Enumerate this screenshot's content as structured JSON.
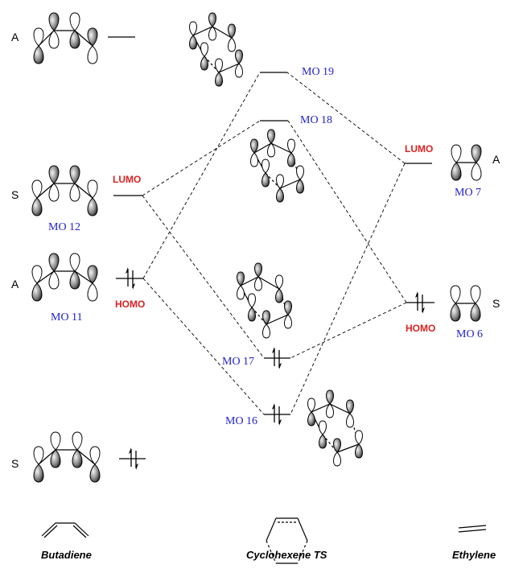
{
  "diagram": {
    "title": "Diels-Alder frontier MO correlation diagram",
    "butadiene": {
      "caption": "Butadiene",
      "levels": [
        {
          "symmetry": "A",
          "label": "",
          "frontier": "",
          "occupied": false
        },
        {
          "symmetry": "S",
          "label": "MO 12",
          "frontier": "LUMO",
          "occupied": false
        },
        {
          "symmetry": "A",
          "label": "MO 11",
          "frontier": "HOMO",
          "occupied": true
        },
        {
          "symmetry": "S",
          "label": "",
          "frontier": "",
          "occupied": true
        }
      ]
    },
    "transition_state": {
      "caption": "Cyclohexene TS",
      "levels": [
        {
          "label": "MO 19",
          "occupied": false
        },
        {
          "label": "MO 18",
          "occupied": false
        },
        {
          "label": "MO 17",
          "occupied": true
        },
        {
          "label": "MO 16",
          "occupied": true
        }
      ]
    },
    "ethylene": {
      "caption": "Ethylene",
      "levels": [
        {
          "symmetry": "A",
          "label": "MO 7",
          "frontier": "LUMO",
          "occupied": false
        },
        {
          "symmetry": "S",
          "label": "MO 6",
          "frontier": "HOMO",
          "occupied": true
        }
      ]
    },
    "colors": {
      "mo_label": "#2222cc",
      "frontier_label": "#dd2222",
      "line": "#000000"
    }
  }
}
